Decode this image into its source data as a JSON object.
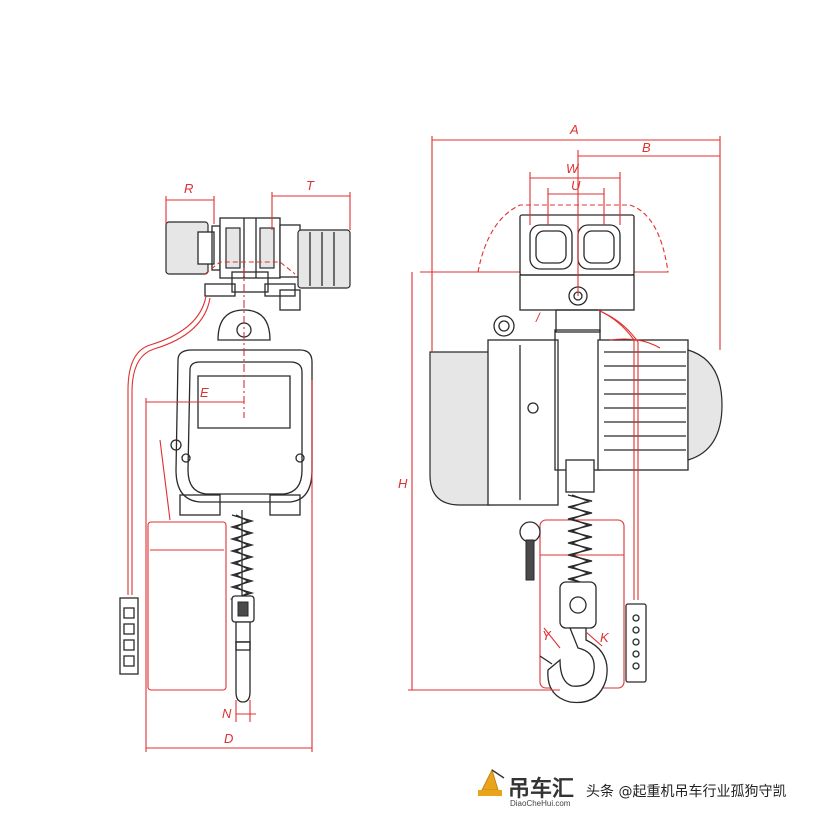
{
  "dimension_labels": {
    "R": "R",
    "T": "T",
    "E": "E",
    "N": "N",
    "D": "D",
    "A": "A",
    "B": "B",
    "W": "W",
    "U": "U",
    "H": "H",
    "K": "K",
    "Y": "Y"
  },
  "watermark": {
    "brand": "吊车汇",
    "site": "DiaoCheHui.com",
    "caption": "头条 @起重机吊车行业孤狗守凯"
  },
  "colors": {
    "line": "#2a2a2a",
    "dimension": "#e03030",
    "body_fill": "#e6e6e6"
  }
}
